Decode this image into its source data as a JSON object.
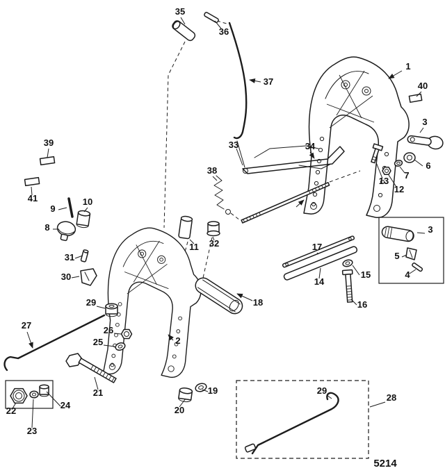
{
  "diagram": {
    "page_code": "5214",
    "colors": {
      "line": "#1c1c1c",
      "background": "#ffffff"
    },
    "callouts": {
      "1": "1",
      "2": "2",
      "3": "3",
      "4": "4",
      "5": "5",
      "6": "6",
      "7": "7",
      "8": "8",
      "9": "9",
      "10": "10",
      "11": "11",
      "12": "12",
      "13": "13",
      "14": "14",
      "15": "15",
      "16": "16",
      "17": "17",
      "18": "18",
      "19": "19",
      "20": "20",
      "21": "21",
      "22": "22",
      "23": "23",
      "24": "24",
      "25": "25",
      "26": "26",
      "27": "27",
      "28": "28",
      "29": "29",
      "30": "30",
      "31": "31",
      "32": "32",
      "33": "33",
      "34": "34",
      "35": "35",
      "36": "36",
      "37": "37",
      "38": "38",
      "39": "39",
      "40": "40",
      "41": "41"
    }
  }
}
